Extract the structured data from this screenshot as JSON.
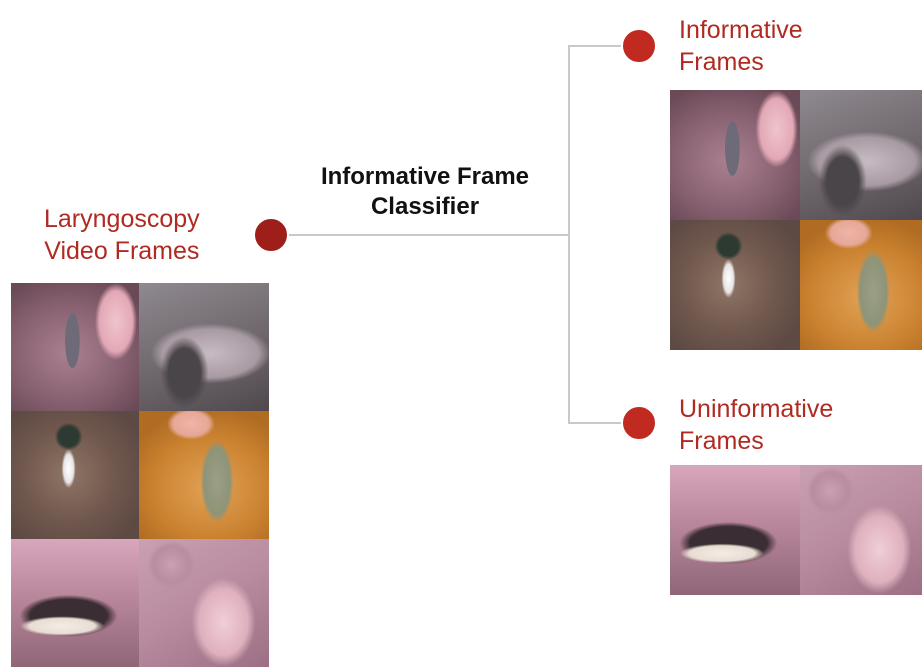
{
  "input": {
    "title_line1": "Laryngoscopy",
    "title_line2": "Video Frames",
    "frames": [
      "t-a",
      "t-b",
      "t-c",
      "t-d",
      "t-e",
      "t-f"
    ]
  },
  "classifier": {
    "title_line1": "Informative Frame",
    "title_line2": "Classifier"
  },
  "informative": {
    "title_line1": "Informative",
    "title_line2": "Frames",
    "frames": [
      "t-a",
      "t-b",
      "t-c",
      "t-d"
    ]
  },
  "uninformative": {
    "title_line1": "Uninformative",
    "title_line2": "Frames",
    "frames": [
      "t-e",
      "t-f"
    ]
  },
  "colors": {
    "node": "#9e1f19",
    "label": "#b02a22",
    "connector": "#c9c9c9"
  }
}
